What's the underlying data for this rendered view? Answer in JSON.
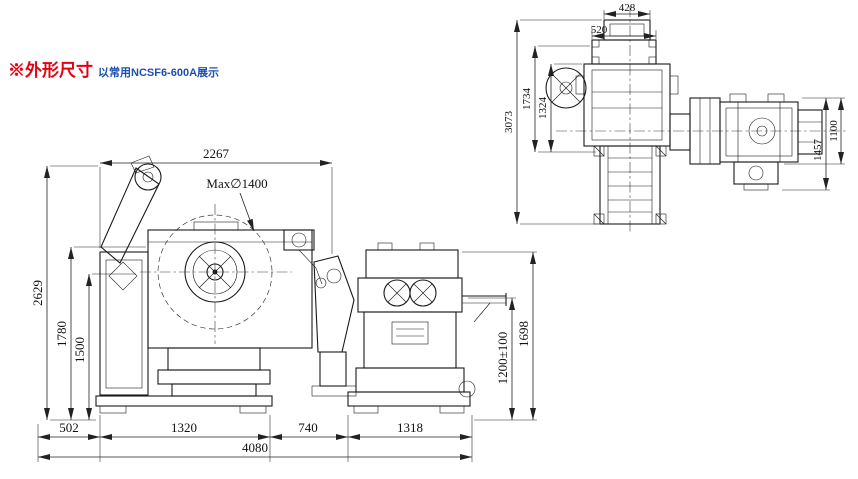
{
  "page": {
    "title": "※外形尺寸",
    "subtitle": "以常用NCSF6-600A展示"
  },
  "colors": {
    "title_red": "#e60012",
    "subtitle_blue": "#1d4fb0",
    "line_black": "#1a1a1a"
  },
  "front_view": {
    "dims": {
      "top_width": "2267",
      "max_coil_dia": "Max∅1400",
      "total_height": "2629",
      "height_1780": "1780",
      "height_1500": "1500",
      "passline_height": "1200±100",
      "feeder_height": "1698",
      "seg_1": "502",
      "seg_2": "1320",
      "seg_3": "740",
      "seg_4": "1318",
      "total_length": "4080"
    }
  },
  "top_view": {
    "dims": {
      "width_428": "428",
      "width_520": "520",
      "depth_3073": "3073",
      "depth_1734": "1734",
      "depth_1324": "1324",
      "width_1100": "1100",
      "width_1457": "1457"
    }
  }
}
